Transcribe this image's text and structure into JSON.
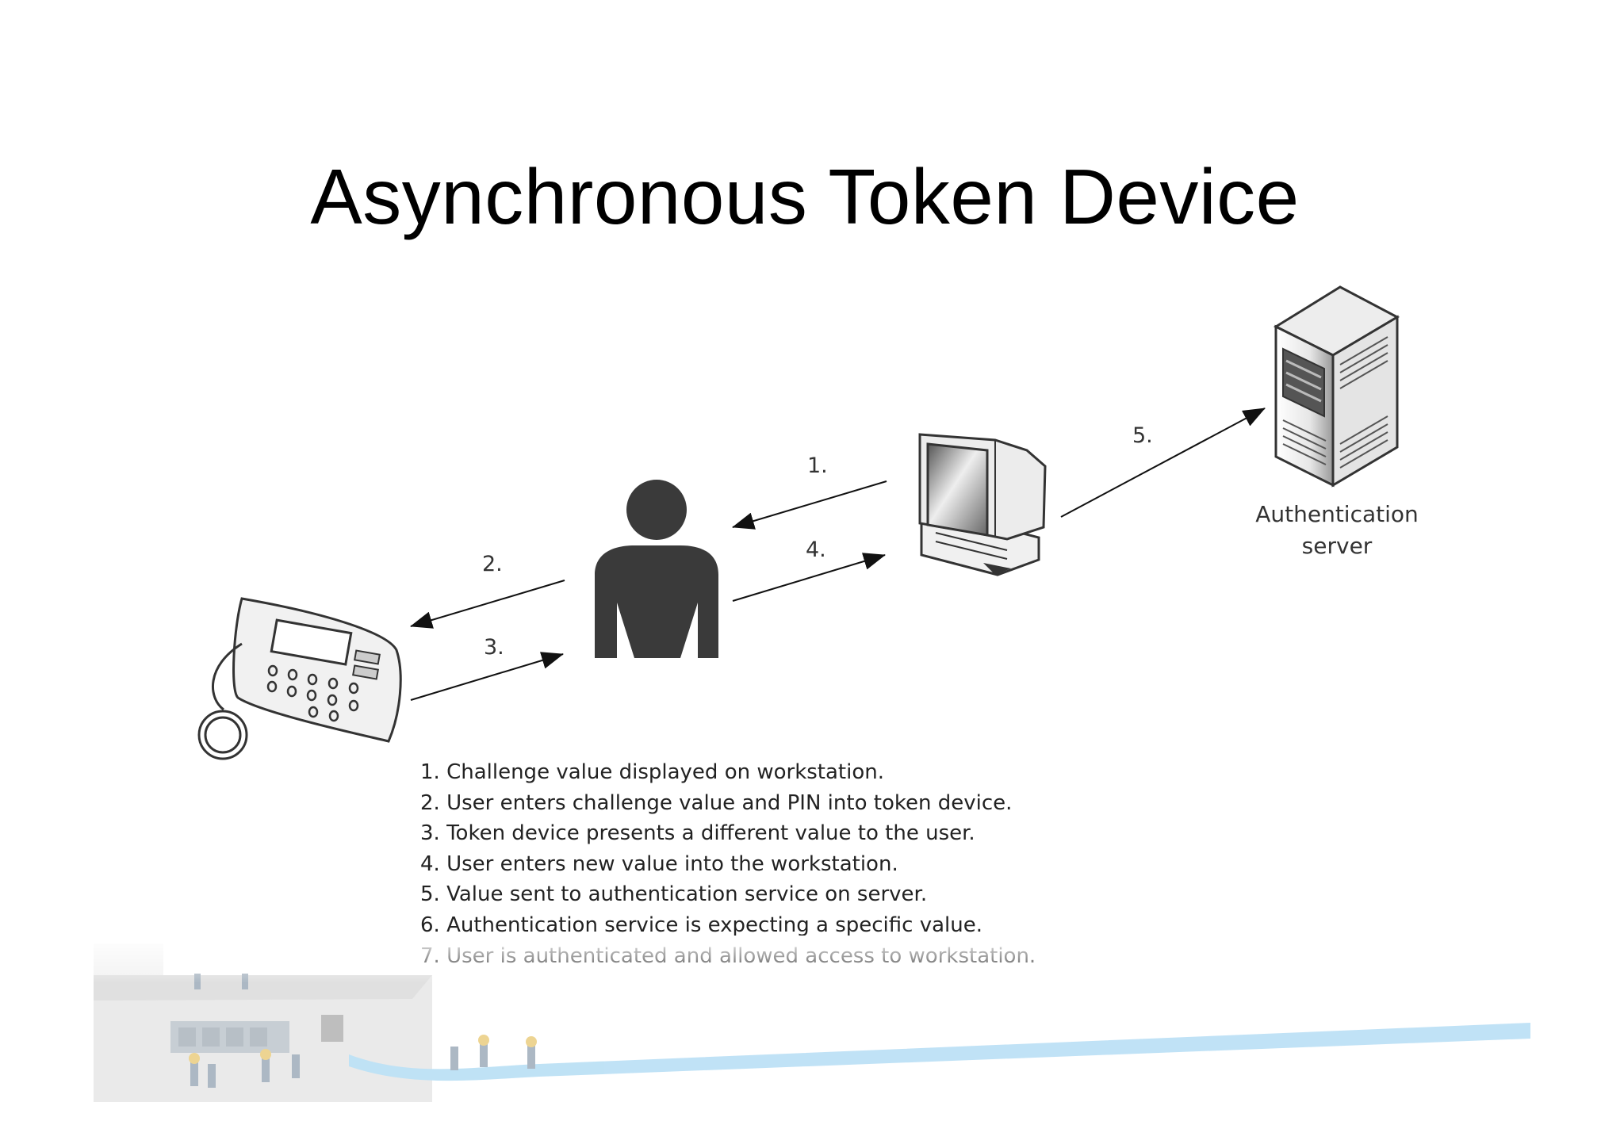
{
  "title": "Asynchronous Token Device",
  "diagram": {
    "nodes": {
      "token_device": {
        "icon": "token-device-icon"
      },
      "user": {
        "icon": "user-icon"
      },
      "workstation": {
        "icon": "workstation-icon"
      },
      "server": {
        "icon": "server-tower-icon",
        "label_lines": [
          "Authentication",
          "server"
        ]
      }
    },
    "arrows": [
      {
        "label": "1.",
        "from": "workstation",
        "to": "user"
      },
      {
        "label": "2.",
        "from": "user",
        "to": "token_device"
      },
      {
        "label": "3.",
        "from": "token_device",
        "to": "user"
      },
      {
        "label": "4.",
        "from": "user",
        "to": "workstation"
      },
      {
        "label": "5.",
        "from": "workstation",
        "to": "server"
      }
    ]
  },
  "steps": [
    "1. Challenge value displayed on workstation.",
    "2. User enters challenge value and PIN into token device.",
    "3. Token device presents a different value to the user.",
    "4. User enters new value into the workstation.",
    "5. Value sent to authentication service on server.",
    "6. Authentication service is expecting a specific value.",
    "7. User is authenticated and allowed access to workstation."
  ],
  "footer": {
    "image": "network-router-cable-banner"
  },
  "colors": {
    "ink": "#222222",
    "silhouette": "#3a3a3a",
    "cable": "#8ccbee"
  }
}
